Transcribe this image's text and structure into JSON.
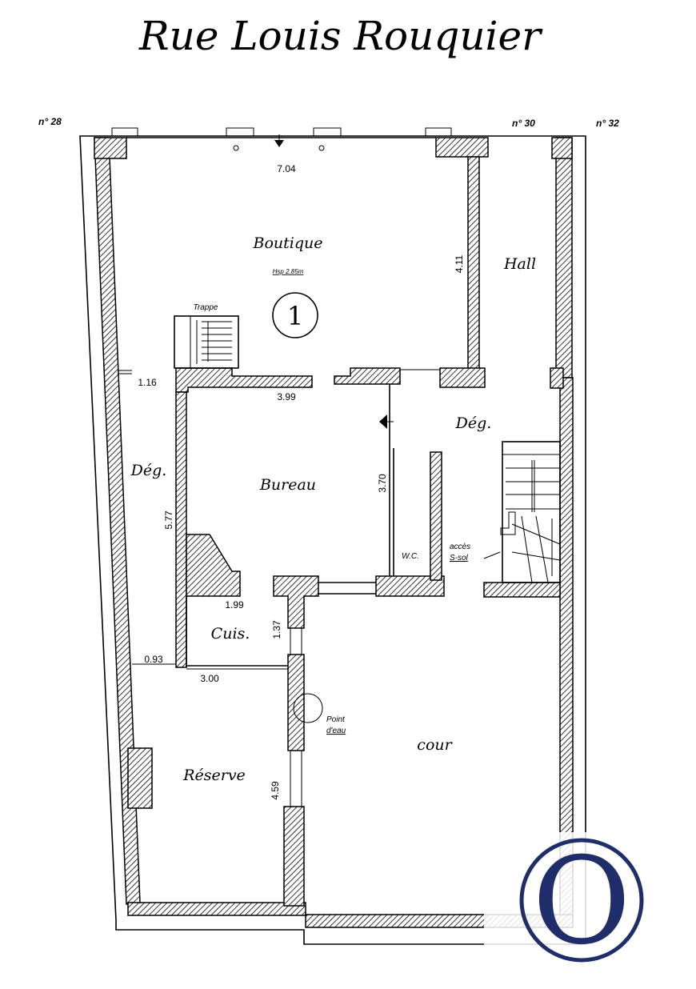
{
  "title": "Rue Louis Rouquier",
  "neighbors": {
    "left": "n° 28",
    "mid": "n° 30",
    "right": "n° 32"
  },
  "lot_number": "1",
  "rooms": {
    "boutique": "Boutique",
    "boutique_height": "Hsp 2.85m",
    "hall": "Hall",
    "deg_right": "Dég.",
    "deg_left": "Dég.",
    "bureau": "Bureau",
    "wc": "W.C.",
    "cuis": "Cuis.",
    "reserve": "Réserve",
    "cour": "cour"
  },
  "labels": {
    "trappe": "Trappe",
    "acces_line1": "accès",
    "acces_line2": "S-sol",
    "point_eau_line1": "Point",
    "point_eau_line2": "d'eau"
  },
  "dimensions": {
    "d_704": "7.04",
    "d_411": "4.11",
    "d_116": "1.16",
    "d_399": "3.99",
    "d_370": "3.70",
    "d_577": "5.77",
    "d_199": "1.99",
    "d_137": "1.37",
    "d_093": "0.93",
    "d_300": "3.00",
    "d_459": "4.59"
  },
  "logo": {
    "letter": "O",
    "color": "#1f2d6b"
  }
}
